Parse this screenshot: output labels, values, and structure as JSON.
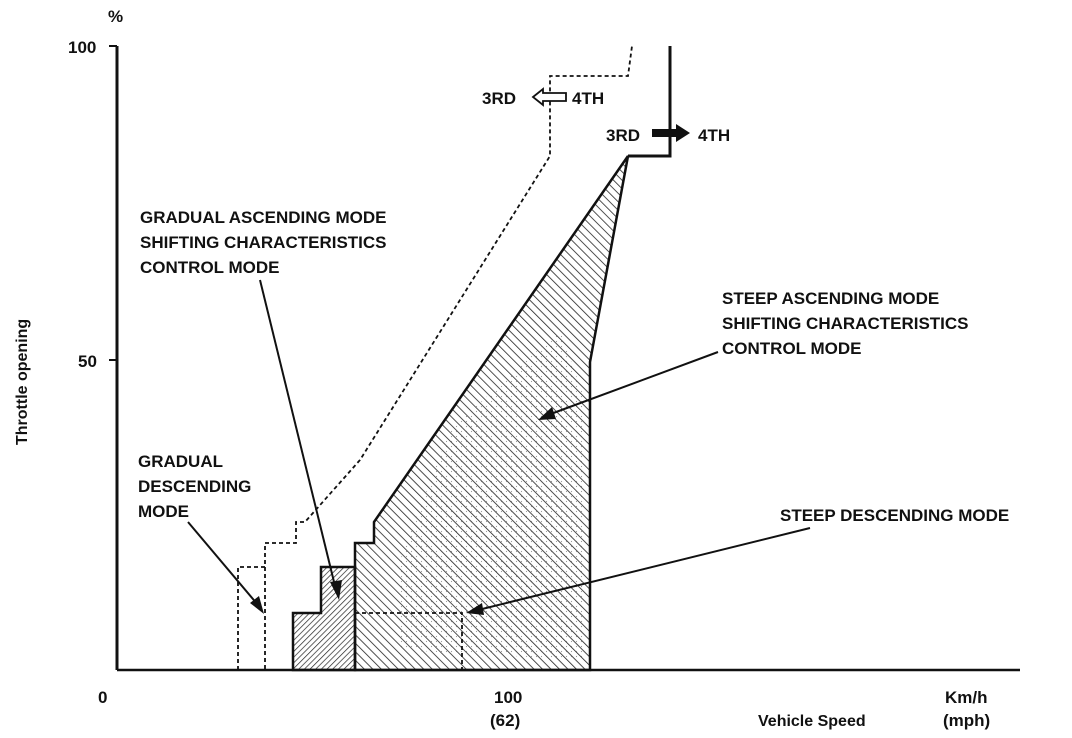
{
  "axes": {
    "y_unit": "%",
    "y_ticks": [
      "100",
      "50"
    ],
    "y_label": "Throttle opening",
    "x_origin": "0",
    "x_tick": "100",
    "x_tick_sub": "(62)",
    "x_unit": "Km/h",
    "x_unit_sub": "(mph)",
    "x_label": "Vehicle Speed"
  },
  "shift_labels": {
    "downshift_from": "3RD",
    "downshift_to": "4TH",
    "upshift_from": "3RD",
    "upshift_to": "4TH"
  },
  "annotations": {
    "gradual_ascending": [
      "GRADUAL ASCENDING MODE",
      "SHIFTING CHARACTERISTICS",
      "CONTROL MODE"
    ],
    "steep_ascending": [
      "STEEP ASCENDING MODE",
      "SHIFTING CHARACTERISTICS",
      "CONTROL MODE"
    ],
    "gradual_descending": [
      "GRADUAL",
      "DESCENDING",
      "MODE"
    ],
    "steep_descending": "STEEP DESCENDING MODE"
  },
  "colors": {
    "line": "#111111",
    "hatch": "#222222",
    "background": "#ffffff"
  }
}
